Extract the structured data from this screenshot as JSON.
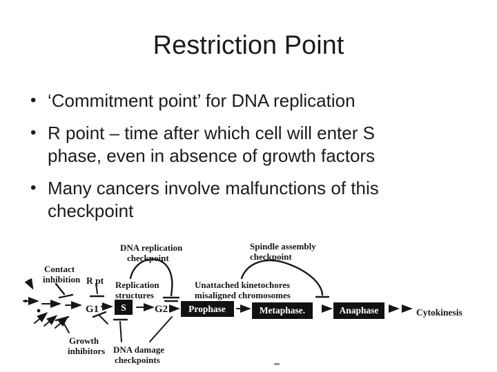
{
  "slide": {
    "title": "Restriction Point",
    "bullets": [
      {
        "lines": [
          "‘Commitment point’ for DNA replication"
        ]
      },
      {
        "lines": [
          "R point – time after which cell will enter S",
          "phase, even in absence of growth factors"
        ]
      },
      {
        "lines": [
          "Many cancers involve malfunctions of this",
          "checkpoint"
        ]
      }
    ]
  },
  "diagram": {
    "labels": {
      "dna_replication_checkpoint": [
        "DNA replication",
        "checkpoint"
      ],
      "spindle_assembly_checkpoint": [
        "Spindle assembly",
        "checkpoint"
      ],
      "contact_inhibition": [
        "Contact",
        "inhibition"
      ],
      "r_point": "R pt",
      "replication_structures": [
        "Replication",
        "structures"
      ],
      "unattached_kinetochores": [
        "Unattached kinetochores",
        "misaligned chromosomes"
      ],
      "growth_inhibitors": [
        "Growth",
        "inhibitors"
      ],
      "dna_damage_checkpoints": [
        "DNA damage",
        "checkpoints"
      ]
    },
    "stages": {
      "g1": "G1",
      "s": "S",
      "g2": "G2",
      "prophase": "Prophase",
      "metaphase": "Metaphase.",
      "anaphase": "Anaphase",
      "cytokinesis": "Cytokinesis"
    },
    "colors": {
      "ink": "#161616",
      "box_bg": "#111111",
      "box_text": "#ffffff"
    }
  }
}
